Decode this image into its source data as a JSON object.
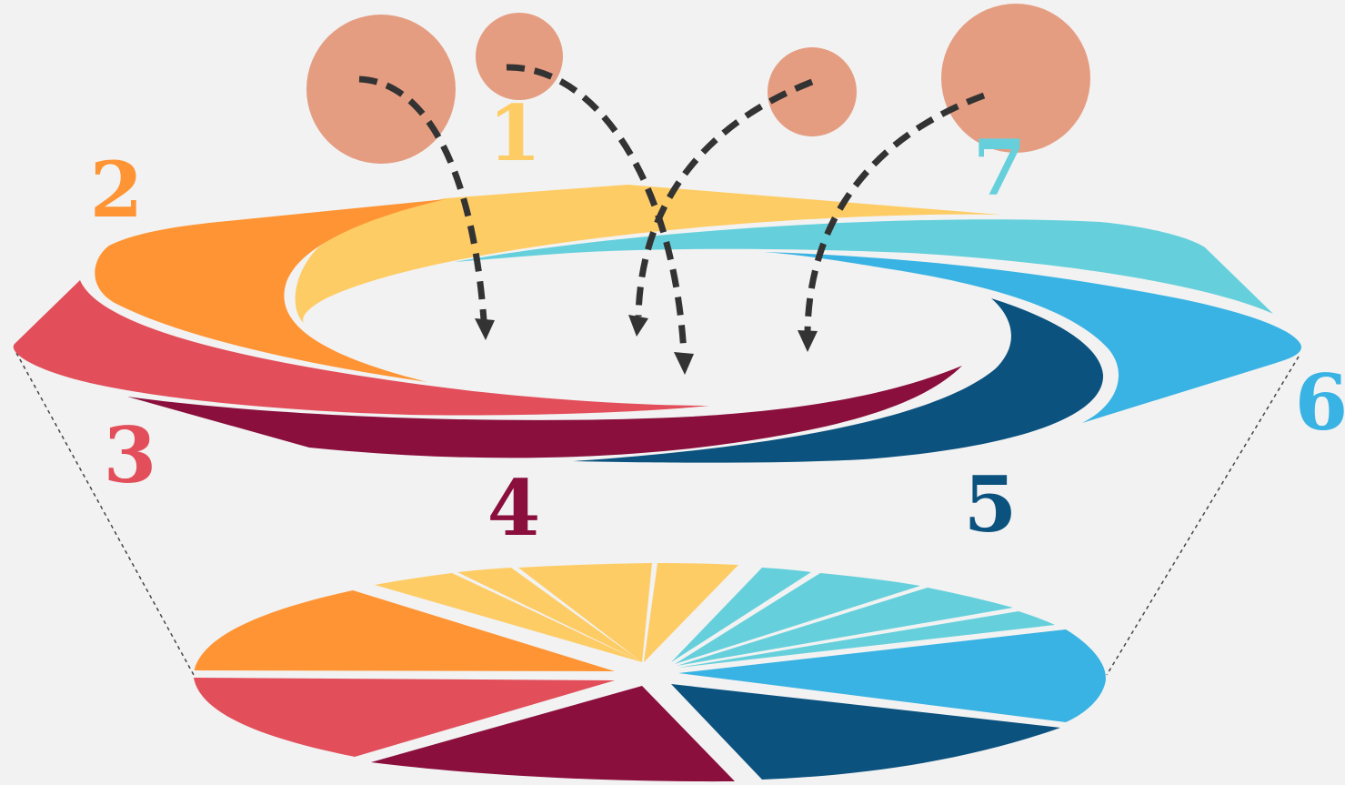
{
  "labels": {
    "n1": "1",
    "n2": "2",
    "n3": "3",
    "n4": "4",
    "n5": "5",
    "n6": "6",
    "n7": "7"
  },
  "colors": {
    "background": "#f2f2f2",
    "segment_1": "#fecc65",
    "segment_2": "#fe9433",
    "segment_3": "#e24e5a",
    "segment_4": "#8a0f3c",
    "segment_5": "#0b527f",
    "segment_6": "#39b3e3",
    "segment_7": "#65d0dc",
    "bubble": "#e59d81",
    "arrow": "#333333"
  }
}
